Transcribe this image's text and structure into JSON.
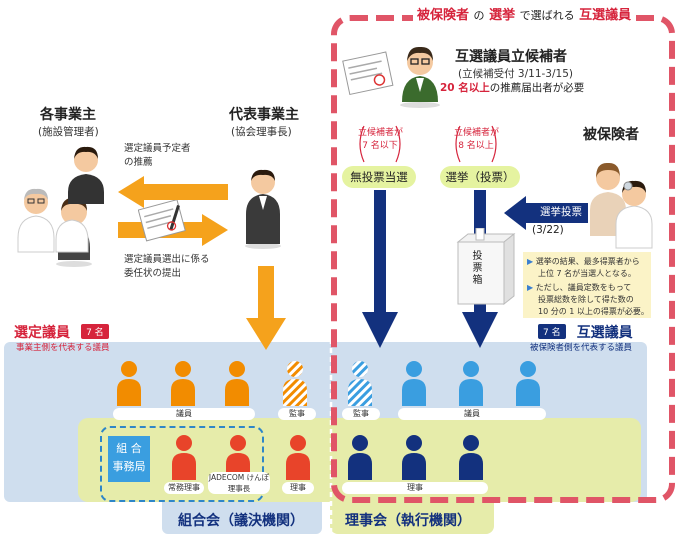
{
  "headline": {
    "part1": "被保険者",
    "part2": "の",
    "part3": "選挙",
    "part4": "で選ばれる",
    "part5": "互選議員"
  },
  "candidate": {
    "title": "互選議員立候補者",
    "period": "(立候補受付 3/11-3/15)",
    "req_num": "20 名以上",
    "req_rest": "の推薦届出者が必要"
  },
  "employers": {
    "title": "各事業主",
    "subtitle": "(施設管理者)"
  },
  "rep_employer": {
    "title": "代表事業主",
    "subtitle": "(協会理事長)"
  },
  "arrow_notes": {
    "top_line1": "選定議員予定者",
    "top_line2": "の推薦",
    "bottom_line1": "選定議員選出に係る",
    "bottom_line2": "委任状の提出"
  },
  "case_low": {
    "line1": "立候補者が",
    "line2": "7 名以下",
    "result": "無投票当選"
  },
  "case_high": {
    "line1": "立候補者が",
    "line2": "8 名以上",
    "result": "選挙（投票）"
  },
  "insured": {
    "title": "被保険者",
    "vote_label": "選挙投票",
    "vote_date": "(3/22)"
  },
  "ballot_box": {
    "label": "投票箱"
  },
  "election_notes": [
    "選挙の結果、最多得票者から上位 7 名が当選人となる。",
    "ただし、議員定数をもって投票総数を除して得た数の 10 分の 1 以上の得票が必要。"
  ],
  "election_notes_lines": [
    [
      "選挙の結果、最多得票者から",
      "上位 7 名が当選人となる。"
    ],
    [
      "ただし、議員定数をもって",
      "投票総数を除して得た数の",
      "10 分の 1 以上の得票が必要。"
    ]
  ],
  "selected": {
    "title": "選定議員",
    "count": "7 名",
    "desc": "事業主側を代表する議員"
  },
  "elected": {
    "count": "7 名",
    "title": "互選議員",
    "desc": "被保険者側を代表する議員"
  },
  "bar_labels": {
    "giin_left": "議員",
    "kanji_left": "監事",
    "kanji_right": "監事",
    "giin_right": "議員"
  },
  "union_office": {
    "line1": "組 合",
    "line2": "事務局"
  },
  "board_labels": {
    "executive": "常務理事",
    "president_line1": "JADECOM けんぽ",
    "president_line2": "理事長",
    "director_left": "理事",
    "director_right": "理事"
  },
  "assembly": "組合会（議決機関）",
  "board": "理事会（執行機関）",
  "colors": {
    "selected_orange": "#f28c00",
    "elected_blue": "#3a9ee0",
    "board_red": "#e8442a",
    "navy": "#13317e",
    "assembly_bg": "#cfdeee",
    "board_bg": "#e6ecaa",
    "accent_red": "#d6243c"
  }
}
